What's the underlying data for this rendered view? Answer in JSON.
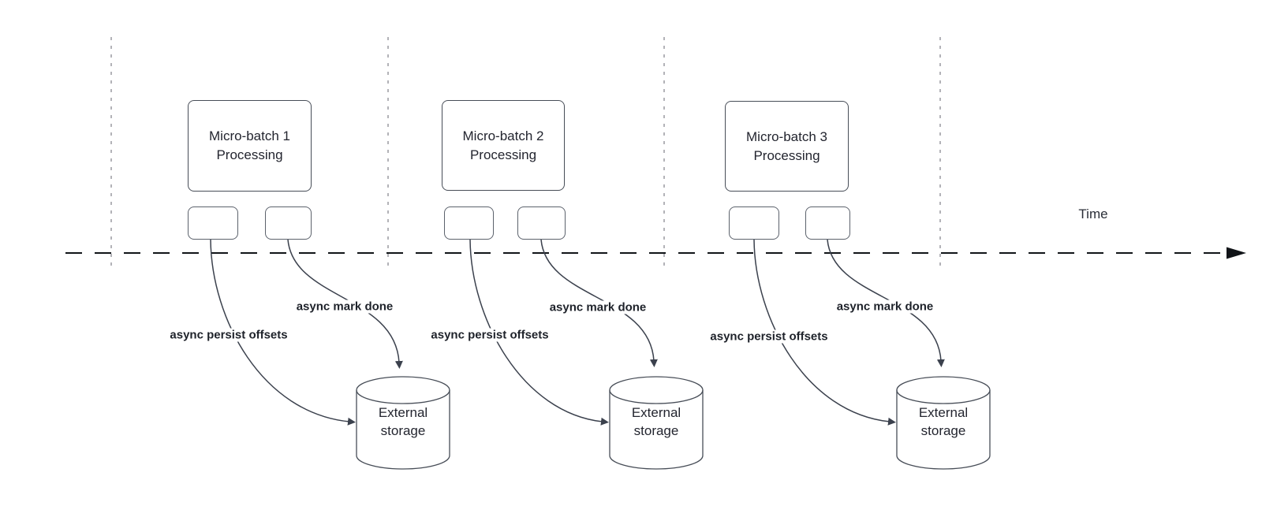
{
  "diagram": {
    "timeline_label": "Time",
    "sections": [
      {
        "batch_label": "Micro-batch 1\nProcessing",
        "persist_label": "async persist offsets",
        "mark_done_label": "async mark done",
        "storage_label": "External\nstorage"
      },
      {
        "batch_label": "Micro-batch 2\nProcessing",
        "persist_label": "async persist offsets",
        "mark_done_label": "async mark done",
        "storage_label": "External\nstorage"
      },
      {
        "batch_label": "Micro-batch 3\nProcessing",
        "persist_label": "async persist offsets",
        "mark_done_label": "async mark done",
        "storage_label": "External\nstorage"
      }
    ],
    "colors": {
      "shape_stroke": "#474d57",
      "edge_stroke": "#3b414d",
      "timeline_stroke": "#111418",
      "guide_stroke": "#9a9aa0",
      "text": "#23252f",
      "background": "#ffffff"
    }
  }
}
